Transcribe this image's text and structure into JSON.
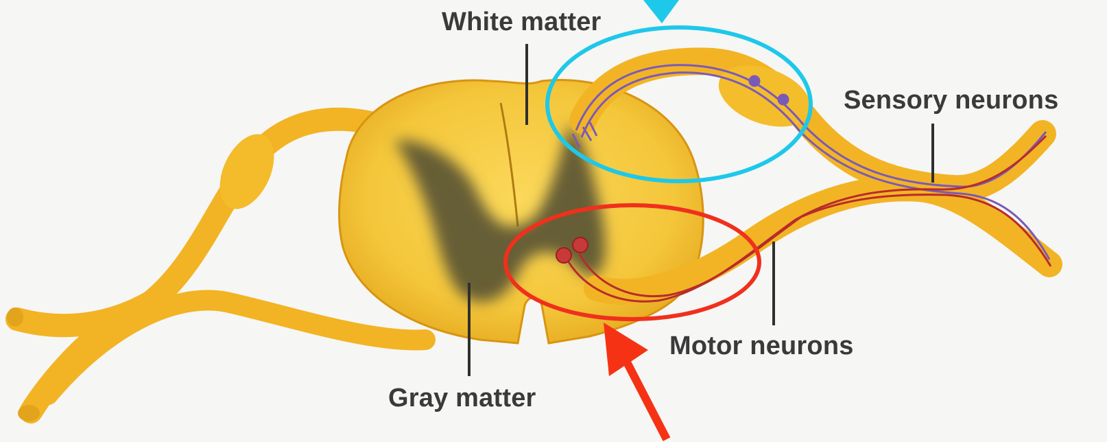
{
  "labels": {
    "white_matter": "White matter",
    "gray_matter": "Gray matter",
    "sensory_neurons": "Sensory neurons",
    "motor_neurons": "Motor neurons"
  },
  "colors": {
    "background": "#f6f6f5",
    "nerve": "#f2b424",
    "nerve_dark": "#d89410",
    "cord": "#f4c63a",
    "gray_matter": "#5a5535",
    "sensory_fiber": "#7a5ab8",
    "motor_fiber": "#b82b2b",
    "sensory_highlight": "#1ec8ea",
    "motor_highlight": "#f0301c",
    "arrow": "#f53314"
  }
}
